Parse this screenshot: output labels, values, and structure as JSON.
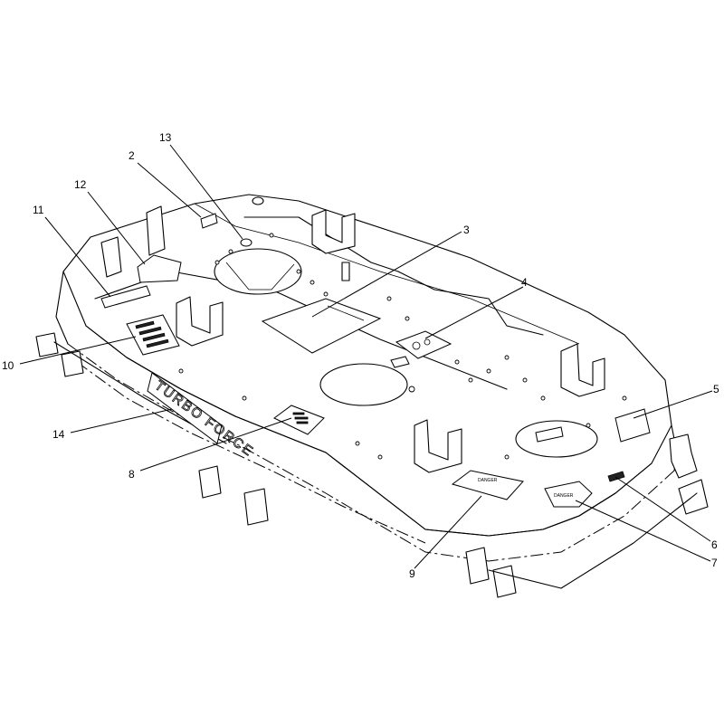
{
  "callouts": [
    {
      "id": "1",
      "label": "13"
    },
    {
      "id": "2",
      "label": "2"
    },
    {
      "id": "3",
      "label": "12"
    },
    {
      "id": "4",
      "label": "11"
    },
    {
      "id": "5",
      "label": "3"
    },
    {
      "id": "6",
      "label": "4"
    },
    {
      "id": "7",
      "label": "10"
    },
    {
      "id": "8",
      "label": "5"
    },
    {
      "id": "9",
      "label": "14"
    },
    {
      "id": "10",
      "label": "8"
    },
    {
      "id": "11",
      "label": "9"
    },
    {
      "id": "12",
      "label": "6"
    },
    {
      "id": "13",
      "label": "7"
    }
  ],
  "decal_text": {
    "brand": "TURBO FORCE",
    "danger_left": "DANGER",
    "danger_right": "DANGER"
  }
}
